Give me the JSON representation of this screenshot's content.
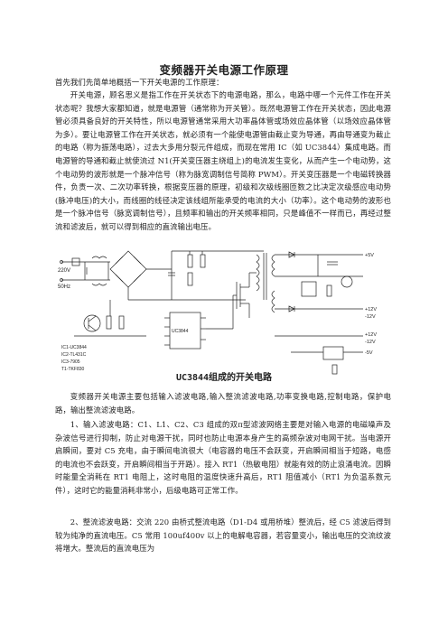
{
  "title": "变频器开关电源工作原理",
  "intro": "首先我们先简单地概括一下开关电源的工作原理：",
  "para1": "开关电源，顾名思义是指工作在开关状态下的电源电路，那么，电路中哪一个元件工作在开关状态呢？我想大家都知道，就是电源管（通常称为开关管）。既然电源管工作在开关状态，因此电源管必须具备良好的开关特性，所以电源管通常采用大功率晶体管或场效应晶体管（以场效应晶体管为多）。要让电源管工作在开关状态，就必须有一个能使电源管由截止变为导通，再由导通变为截止的电路（称为振荡电路），过去大多用分裂元件组成，而现在常用 IC（如 UC3844）集成电路。而电源管的导通和截止就使流过 N1(开关变压器主绕组上)的电流发生变化，从而产生一个电动势，这个电动势的波形就是一个脉冲信号（称为脉宽调制信号简称 PWM）。开关变压器是一个电磁转换器件，负责一次、二次功率转换，根据变压器的原理，初级和次级线圈匝数之比决定次级感应电动势(脉冲电压)的大小，而线圈的线径决定该线组所能承受的电流的大小（功率）。这个电动势的波形也是一个脉冲信号（脉宽调制信号），且频率和输出的开关频率相同，只是峰值不一样而已，再经过整流和滤波后，就可以得到相应的直流输出电压。",
  "schematic": {
    "labels": {
      "ac_in": "220V",
      "ac_freq": "50Hz",
      "ic1_name": "UC3844",
      "ic_list": [
        "IC1-UC3844",
        "IC2-TL431C",
        "IC3-7905",
        "T1-TKF830"
      ],
      "out1": "+5V",
      "out2": "+12V",
      "out3": "-12V",
      "out4": "+12V",
      "out5": "-12V",
      "out6": "-5V"
    }
  },
  "caption": "UC3844组成的开关电路",
  "para2": "变频器开关电源主要包括输入滤波电路,输入整流滤波电路,功率变换电路,控制电路，保护电路，输出整流滤波电路。",
  "para3": "1、输入滤波电路：C1、L1、C2、C3 组成的双π型滤波网络主要是对输入电源的电磁噪声及杂波信号进行抑制，防止对电源干扰，同时也防止电源本身产生的高频杂波对电网干扰。当电源开启瞬间，要对 C5 充电，由于瞬间电流很大（电容器的电压不会跃变，开启瞬间相当于短路，电感的电流也不会跃变，开启瞬间相当于开路）。接入 RT1（热敏电阻）就能有效的防止浪涌电流。因瞬时能量全消耗在 RT1 电阻上，这时电阻的温度快速升高后，RT1 阻值减小（RT1 为负温系数元件），这时它的能量消耗非常小，后级电路可正常工作。",
  "para4": "2、整流滤波电路：交流 220 由桥式整流电路（D1-D4 或用桥堆）整流后，经 C5 滤波后得到较为纯净的直流电压。C5 常用 100uf400v 以上的电解电容器，若容量变小，输出电压的交流纹波将增大。整流后的直流电压为"
}
